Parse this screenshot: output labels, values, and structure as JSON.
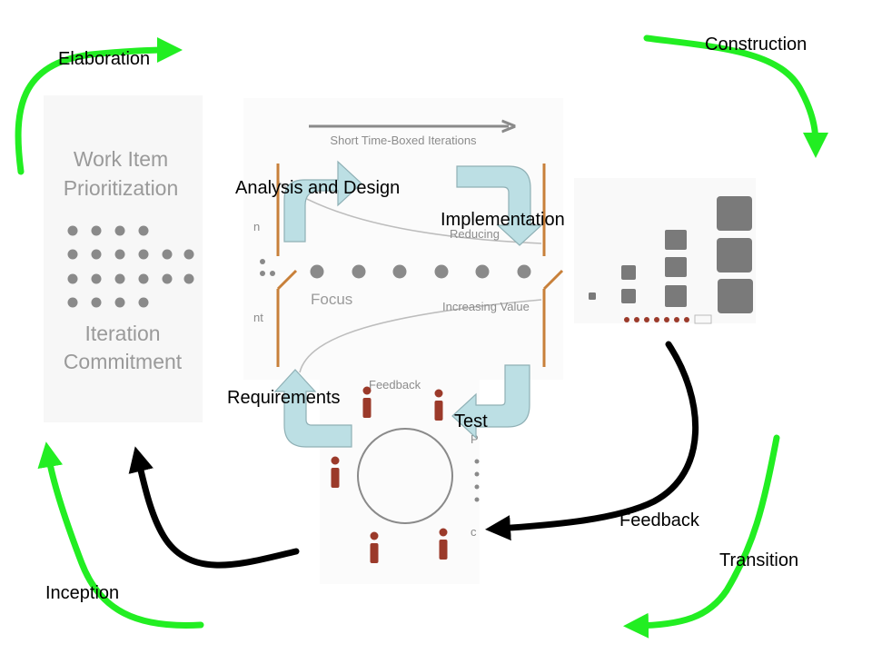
{
  "colors": {
    "cycle_arrow": "#22ee22",
    "feedback_arrow": "#000000",
    "activity_arrow_fill": "#bcdfe4",
    "activity_arrow_stroke": "#8fb0b5",
    "gate_bar": "#c8803a",
    "person": "#9b3a2a",
    "faint_text": "#9a9a9a",
    "dot": "#8a8a8a",
    "block": "#7a7a7a"
  },
  "phases": {
    "elaboration": "Elaboration",
    "construction": "Construction",
    "transition": "Transition",
    "inception": "Inception"
  },
  "activities": {
    "analysis_design": "Analysis and Design",
    "implementation": "Implementation",
    "requirements": "Requirements",
    "test": "Test"
  },
  "feedback_label": "Feedback",
  "background_figure": {
    "left_panel": {
      "title_line1": "Work Item",
      "title_line2": "Prioritization",
      "footer_line1": "Iteration",
      "footer_line2": "Commitment"
    },
    "center_panel": {
      "timeline_label": "Short Time-Boxed Iterations",
      "focus_label": "Focus",
      "reducing_label": "Reducing",
      "increasing_label": "Increasing Value",
      "feedback_fragment": "Feedback",
      "left_frag_top": "n",
      "left_frag_bottom": "nt"
    },
    "bottom_panel": {
      "frag_c": "c",
      "frag_p": "P"
    }
  }
}
